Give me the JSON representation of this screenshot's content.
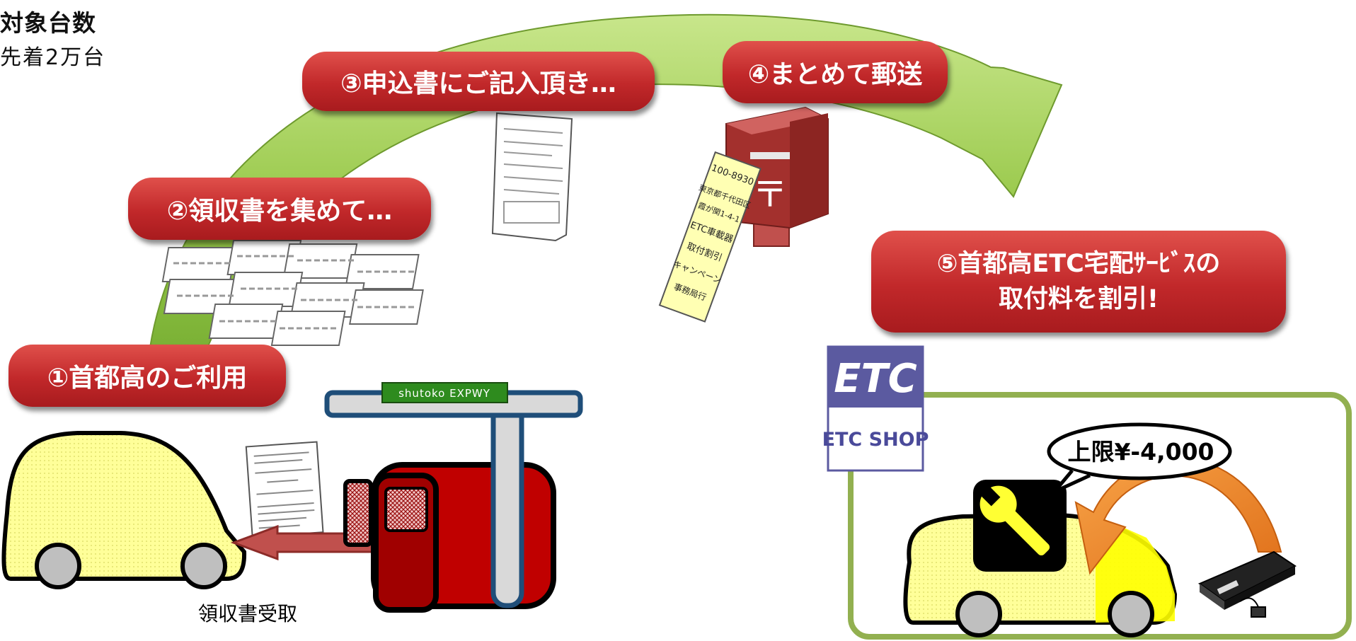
{
  "header": {
    "title": "対象台数",
    "subtitle": "先着2万台"
  },
  "steps": [
    {
      "label": "①首都高のご利用"
    },
    {
      "label": "②領収書を集めて…"
    },
    {
      "label": "③申込書にご記入頂き…"
    },
    {
      "label": "④まとめて郵送"
    },
    {
      "line1": "⑤首都高ETC宅配ｻｰﾋﾞｽの",
      "line2": "取付料を割引!"
    }
  ],
  "toll_gate": {
    "sign": "shutoko EXPWY"
  },
  "receipt_caption": "領収書受取",
  "etc_shop": {
    "logo": "ETC",
    "name": "ETC SHOP"
  },
  "discount_bubble": "上限¥-4,000",
  "envelope": {
    "postal": "100-8930",
    "lines": [
      "東京都千代田区",
      "霞が関1-4-1",
      "ETC車載器",
      "取付割引",
      "キャンペーン",
      "事務局行"
    ]
  },
  "colors": {
    "arrow": "#8dc63f",
    "step_red": "#c1282a",
    "car_yellow": "#ffff99",
    "gate_red": "#c00000",
    "shop_frame": "#92b050",
    "etc_purple": "#5b5aa0"
  }
}
